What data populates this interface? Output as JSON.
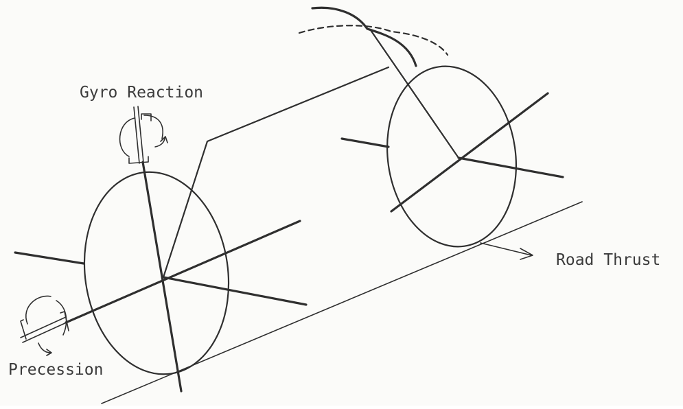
{
  "labels": {
    "gyro_reaction": "Gyro Reaction",
    "road_thrust": "Road Thrust",
    "precession": "Precession"
  },
  "colors": {
    "ink": "#2f2f2f",
    "text": "#3b3b3b",
    "paper": "#fbfbf9"
  }
}
